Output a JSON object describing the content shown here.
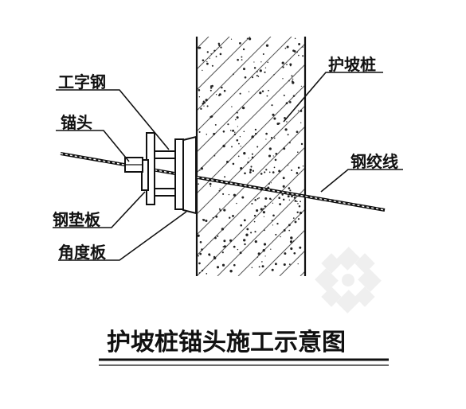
{
  "labels": {
    "i_beam": "工字钢",
    "anchor_head": "锚头",
    "pile": "护坡桩",
    "strand": "钢绞线",
    "bearing_plate": "钢垫板",
    "angle_plate": "角度板"
  },
  "title": "护坡桩锚头施工示意图",
  "colors": {
    "line": "#111111",
    "watermark": "#e2e2e2"
  }
}
